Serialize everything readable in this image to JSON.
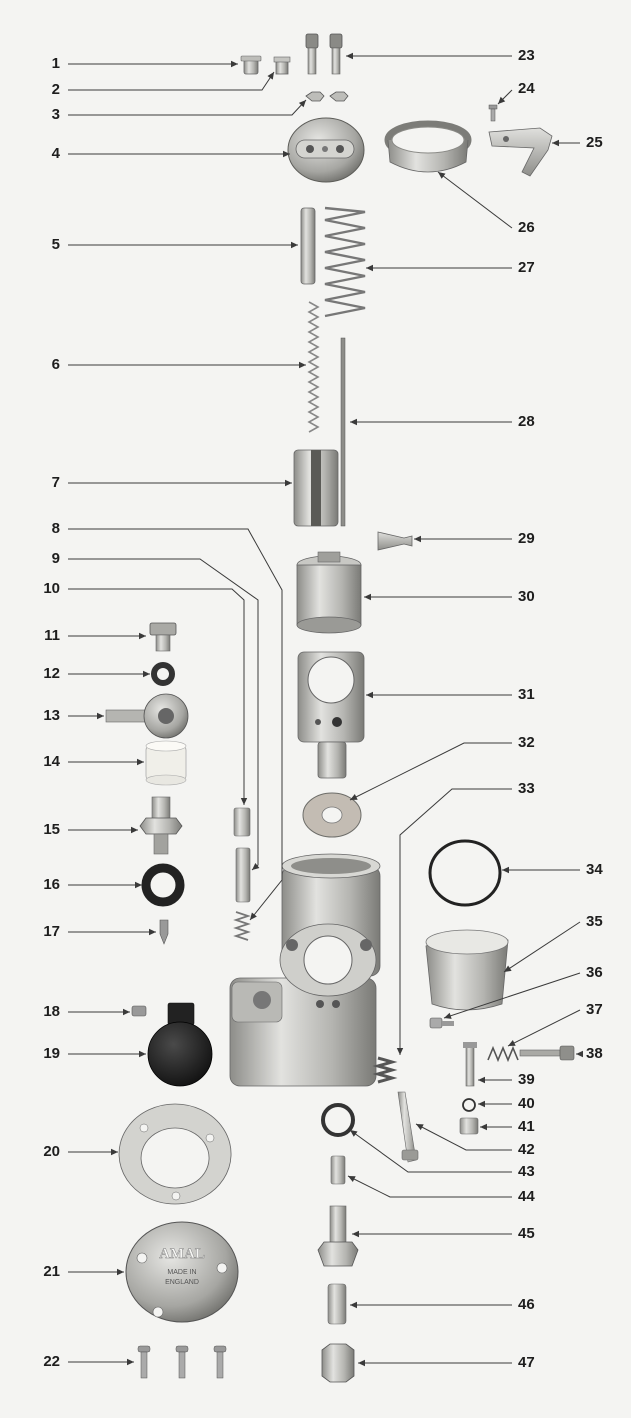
{
  "diagram": {
    "callouts": [
      {
        "n": "1"
      },
      {
        "n": "2"
      },
      {
        "n": "3"
      },
      {
        "n": "4"
      },
      {
        "n": "5"
      },
      {
        "n": "6"
      },
      {
        "n": "7"
      },
      {
        "n": "8"
      },
      {
        "n": "9"
      },
      {
        "n": "10"
      },
      {
        "n": "11"
      },
      {
        "n": "12"
      },
      {
        "n": "13"
      },
      {
        "n": "14"
      },
      {
        "n": "15"
      },
      {
        "n": "16"
      },
      {
        "n": "17"
      },
      {
        "n": "18"
      },
      {
        "n": "19"
      },
      {
        "n": "20"
      },
      {
        "n": "21"
      },
      {
        "n": "22"
      },
      {
        "n": "23"
      },
      {
        "n": "24"
      },
      {
        "n": "25"
      },
      {
        "n": "26"
      },
      {
        "n": "27"
      },
      {
        "n": "28"
      },
      {
        "n": "29"
      },
      {
        "n": "30"
      },
      {
        "n": "31"
      },
      {
        "n": "32"
      },
      {
        "n": "33"
      },
      {
        "n": "34"
      },
      {
        "n": "35"
      },
      {
        "n": "36"
      },
      {
        "n": "37"
      },
      {
        "n": "38"
      },
      {
        "n": "39"
      },
      {
        "n": "40"
      },
      {
        "n": "41"
      },
      {
        "n": "42"
      },
      {
        "n": "43"
      },
      {
        "n": "44"
      },
      {
        "n": "45"
      },
      {
        "n": "46"
      },
      {
        "n": "47"
      }
    ],
    "cover_logo_text": [
      "AMAL",
      "MADE IN",
      "ENGLAND"
    ],
    "colors": {
      "metal_light": "#d9d9d6",
      "metal_mid": "#a9a9a5",
      "metal_dark": "#6e6e6a",
      "rubber": "#1c1c1c",
      "ink": "#1e1e1e"
    }
  }
}
